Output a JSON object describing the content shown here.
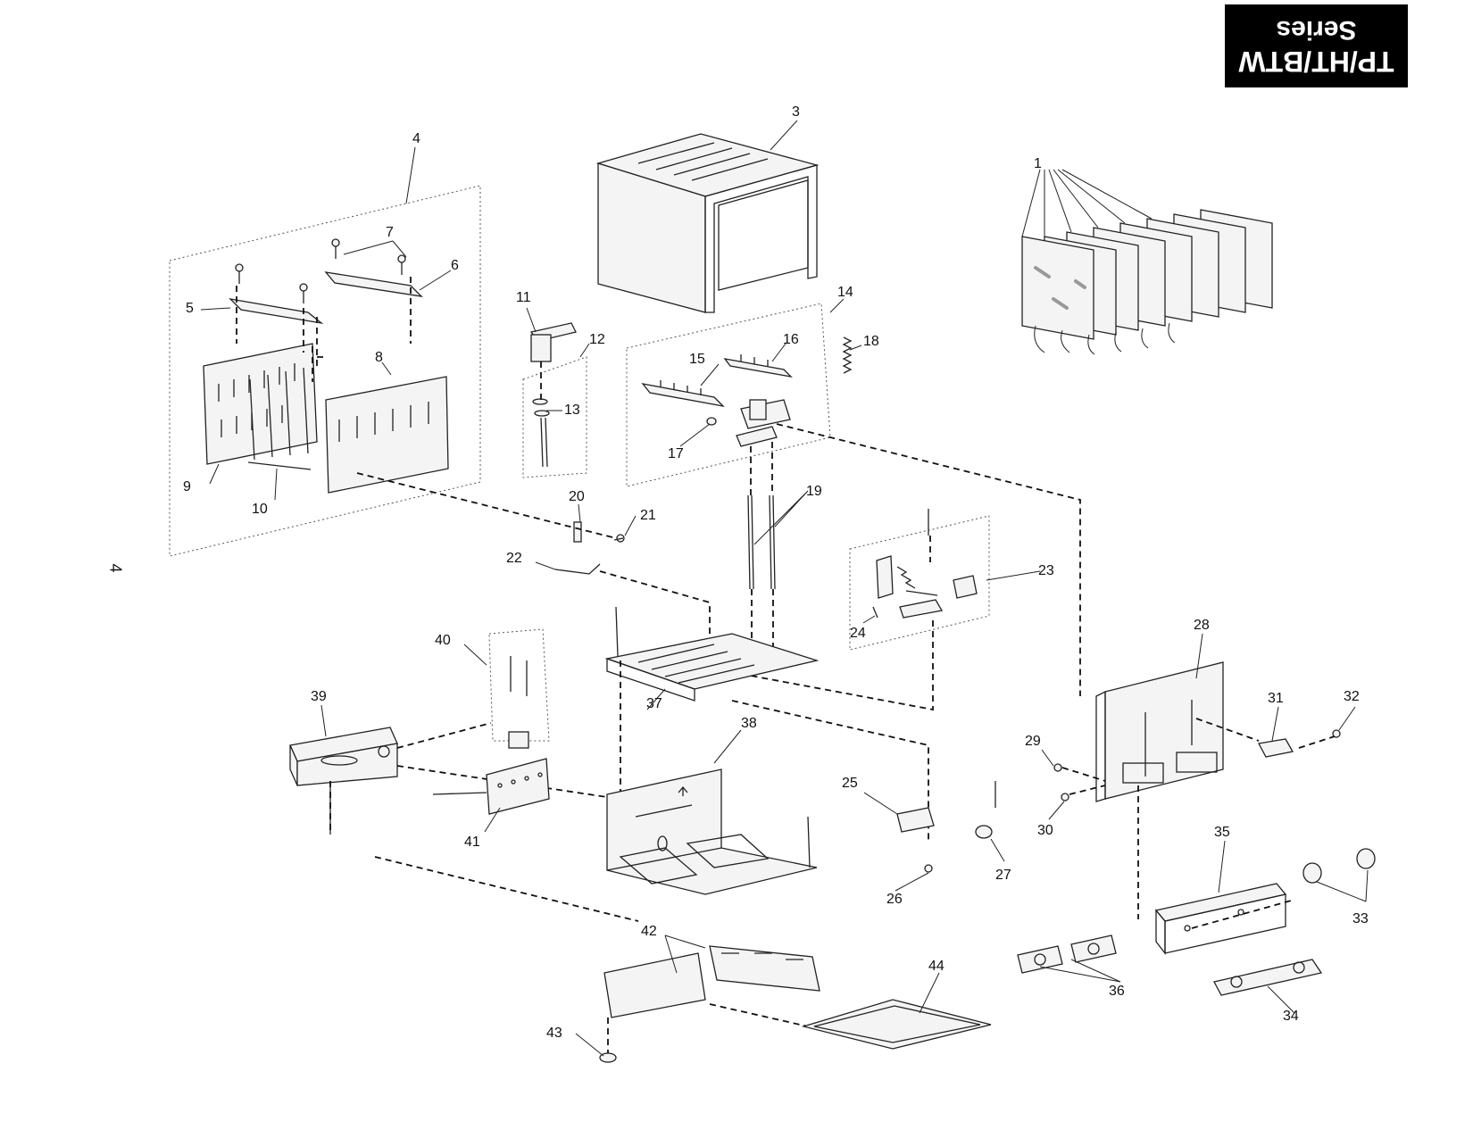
{
  "badge": {
    "line1": "TP/HT/BTW",
    "line2": "Series"
  },
  "page_number": "4",
  "callouts": [
    "1",
    "3",
    "4",
    "5",
    "6",
    "7",
    "8",
    "9",
    "10",
    "11",
    "12",
    "13",
    "14",
    "15",
    "16",
    "17",
    "18",
    "19",
    "20",
    "21",
    "22",
    "23",
    "24",
    "25",
    "26",
    "27",
    "28",
    "29",
    "30",
    "31",
    "32",
    "33",
    "34",
    "35",
    "36",
    "37",
    "38",
    "39",
    "40",
    "41",
    "42",
    "43",
    "44"
  ]
}
